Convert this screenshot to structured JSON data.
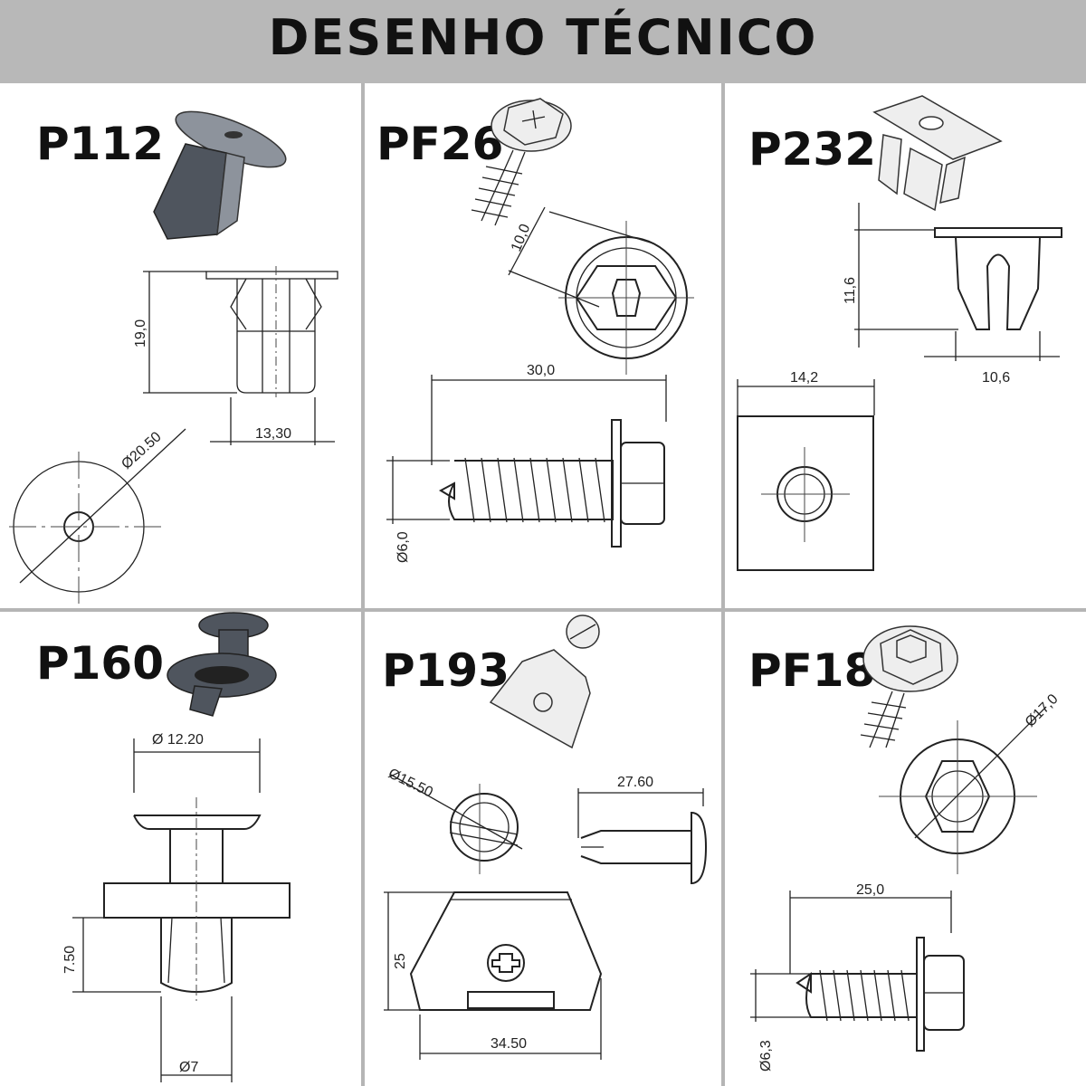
{
  "header": {
    "title": "DESENHO TÉCNICO"
  },
  "panels": [
    {
      "code": "P112",
      "dims": {
        "height": "19,0",
        "width": "13,30",
        "diameter": "20.50"
      }
    },
    {
      "code": "PF26",
      "dims": {
        "head": "10,0",
        "length": "30,0",
        "diameter": "6,0"
      }
    },
    {
      "code": "P232",
      "dims": {
        "height": "11,6",
        "width": "10,6",
        "plate": "14,2"
      }
    },
    {
      "code": "P160",
      "dims": {
        "diameter": "12.20",
        "height": "7.50",
        "stem": "7"
      }
    },
    {
      "code": "P193",
      "dims": {
        "diameter": "15.50",
        "length": "27.60",
        "height": "25",
        "width": "34.50"
      }
    },
    {
      "code": "PF18",
      "dims": {
        "diameter": "17,0",
        "length": "25,0",
        "thread": "6,3"
      }
    }
  ],
  "colors": {
    "header_bg": "#b8b8b8",
    "divider": "#b5b5b5",
    "ink": "#111111"
  }
}
